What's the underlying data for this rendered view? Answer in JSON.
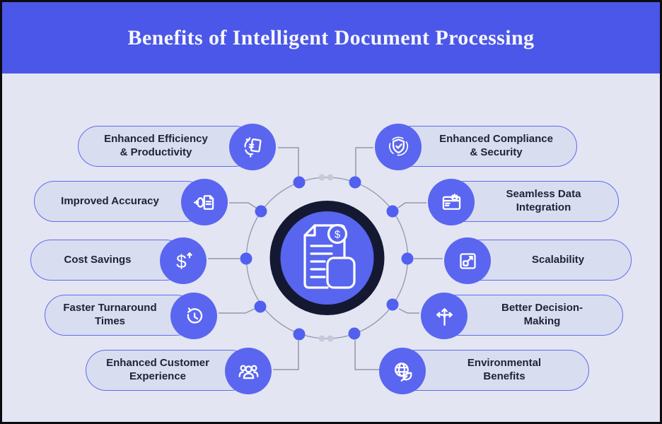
{
  "header": {
    "title": "Benefits of Intelligent Document Processing"
  },
  "benefits": {
    "left": [
      {
        "label": "Enhanced Efficiency\n& Productivity",
        "icon": "document-refresh-icon"
      },
      {
        "label": "Improved Accuracy",
        "icon": "document-scan-icon"
      },
      {
        "label": "Cost Savings",
        "icon": "dollar-up-arrow-icon"
      },
      {
        "label": "Faster Turnaround\nTimes",
        "icon": "clock-history-icon"
      },
      {
        "label": "Enhanced Customer\nExperience",
        "icon": "people-group-icon"
      }
    ],
    "right": [
      {
        "label": "Enhanced Compliance\n& Security",
        "icon": "shield-check-icon"
      },
      {
        "label": "Seamless Data\nIntegration",
        "icon": "window-gear-icon"
      },
      {
        "label": "Scalability",
        "icon": "expand-arrow-icon"
      },
      {
        "label": "Better Decision-\nMaking",
        "icon": "direction-arrows-icon"
      },
      {
        "label": "Environmental\nBenefits",
        "icon": "globe-leaf-icon"
      }
    ]
  },
  "center": {
    "icon": "invoice-document-icon",
    "dollar_symbol": "$"
  },
  "colors": {
    "header_bg": "#4b57e8",
    "canvas_bg": "#e3e5f2",
    "pill_fill": "#d9ddf0",
    "pill_border": "#5f6cf1",
    "icon_circle": "#5a66f0",
    "center_ring": "#141931",
    "center_fill": "#5765ef",
    "ring_dot": "#5160ee",
    "connector_line": "#9298ac",
    "label_text": "#20243a",
    "title_text": "#f5f6fd"
  }
}
